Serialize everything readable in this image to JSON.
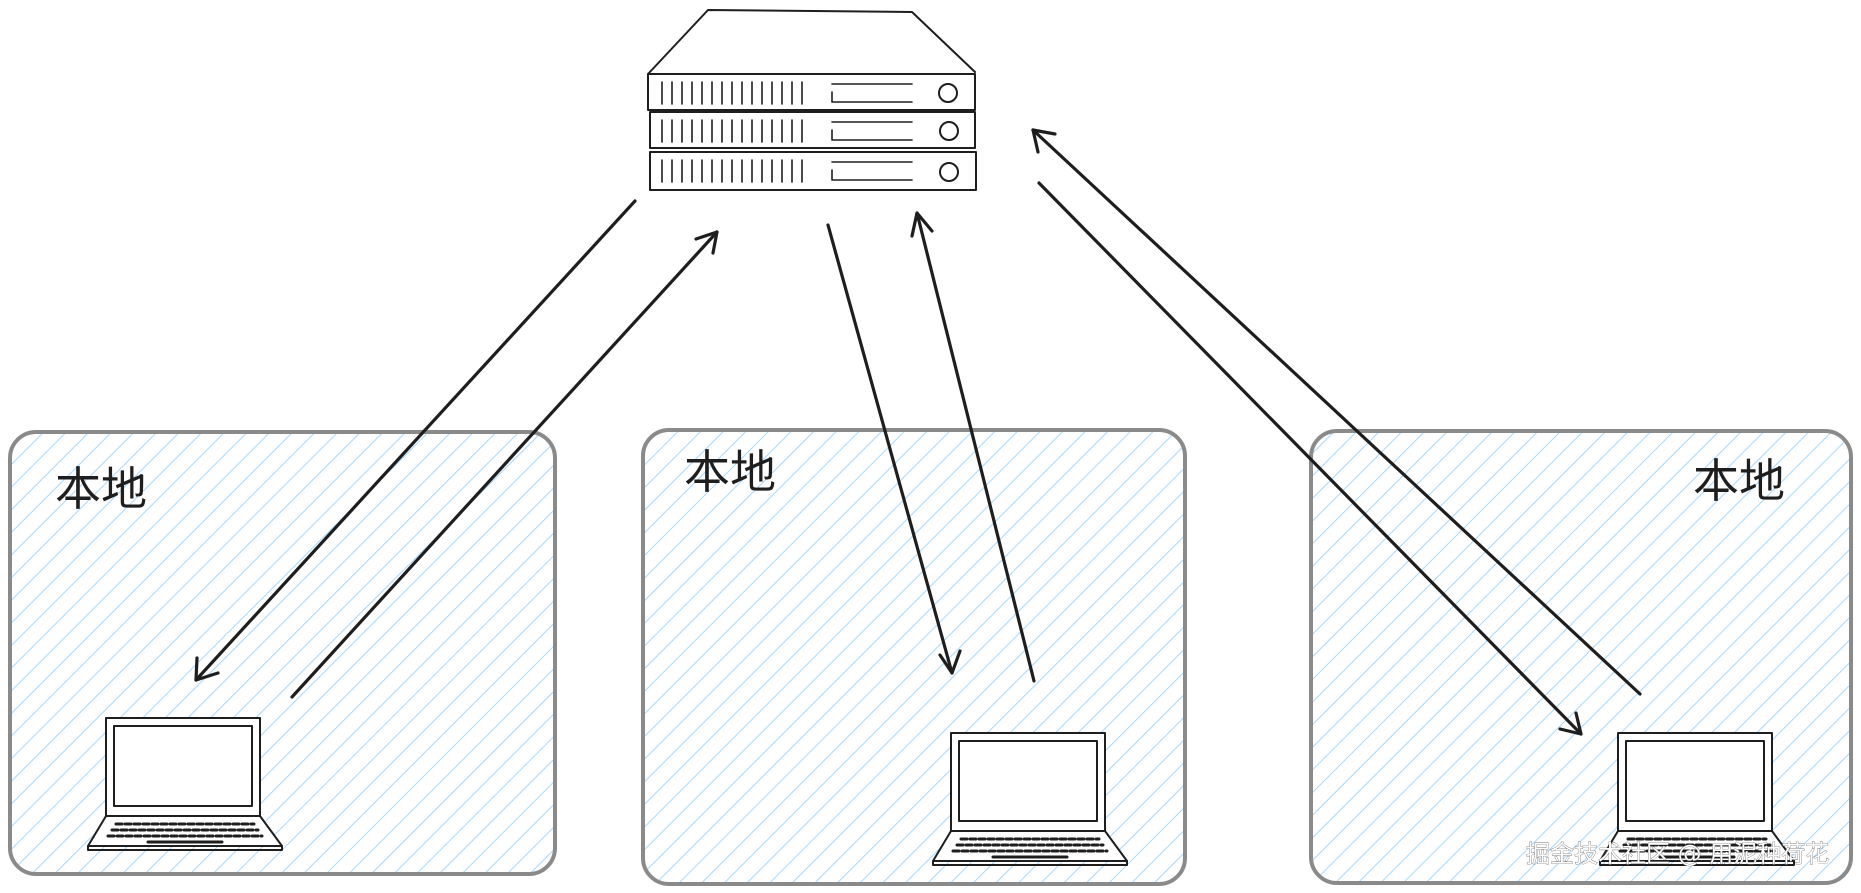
{
  "zones": [
    {
      "label": "本地"
    },
    {
      "label": "本地"
    },
    {
      "label": "本地"
    }
  ],
  "server": {
    "icon": "server-rack-icon"
  },
  "clients": [
    {
      "icon": "laptop-icon"
    },
    {
      "icon": "laptop-icon"
    },
    {
      "icon": "laptop-icon"
    }
  ],
  "watermark": "掘金技术社区 @ 用泥种荷花",
  "colors": {
    "stroke": "#1e1e1e",
    "zone_border": "#8a8a8a",
    "zone_hatch": "#a5d8ff",
    "background": "#ffffff"
  }
}
